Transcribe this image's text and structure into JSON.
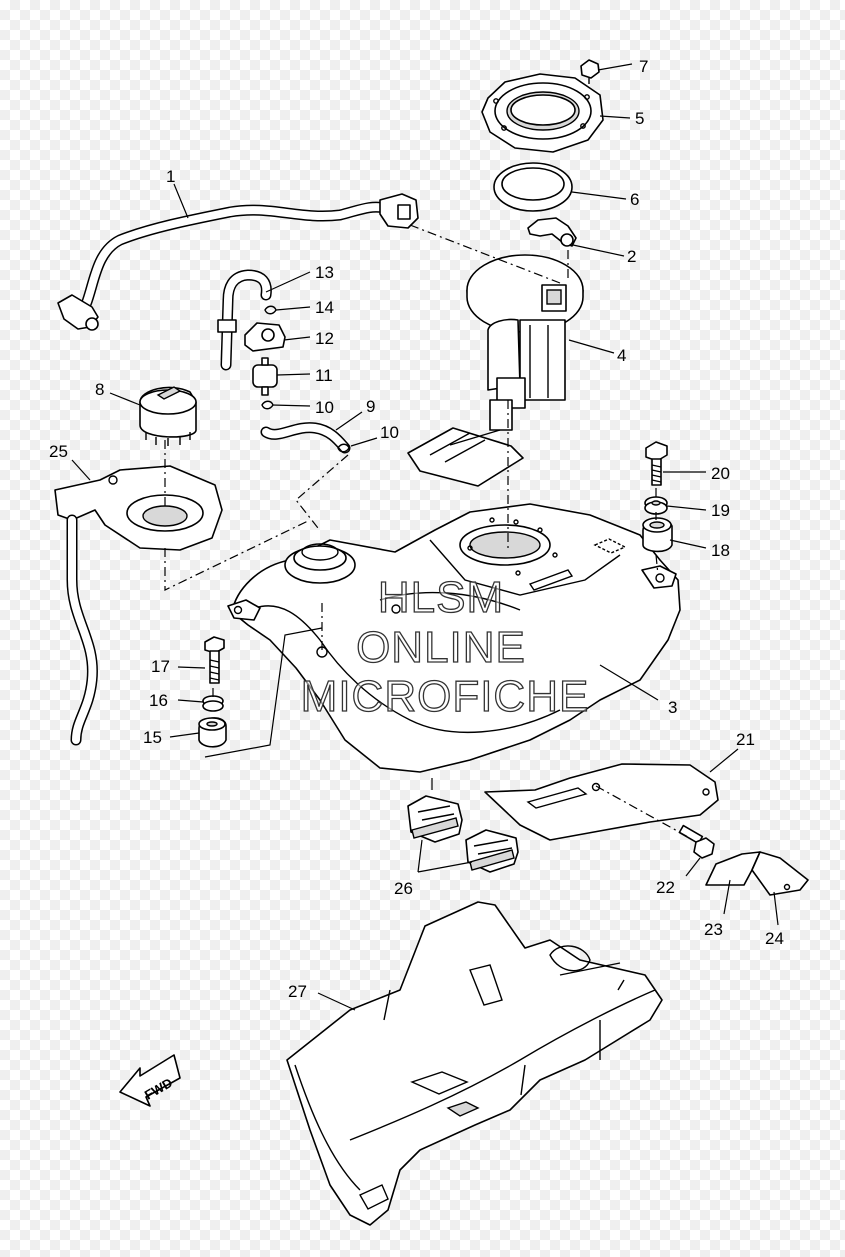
{
  "callouts": {
    "c1": "1",
    "c2": "2",
    "c3": "3",
    "c4": "4",
    "c5": "5",
    "c6": "6",
    "c7": "7",
    "c8": "8",
    "c9": "9",
    "c10a": "10",
    "c10b": "10",
    "c11": "11",
    "c12": "12",
    "c13": "13",
    "c14": "14",
    "c15": "15",
    "c16": "16",
    "c17": "17",
    "c18": "18",
    "c19": "19",
    "c20": "20",
    "c21": "21",
    "c22": "22",
    "c23": "23",
    "c24": "24",
    "c25": "25",
    "c26": "26",
    "c27": "27"
  },
  "watermark": {
    "line1": "HLSM",
    "line2": "ONLINE",
    "line3": "MICROFICHE"
  },
  "fwd_label": "FWD"
}
